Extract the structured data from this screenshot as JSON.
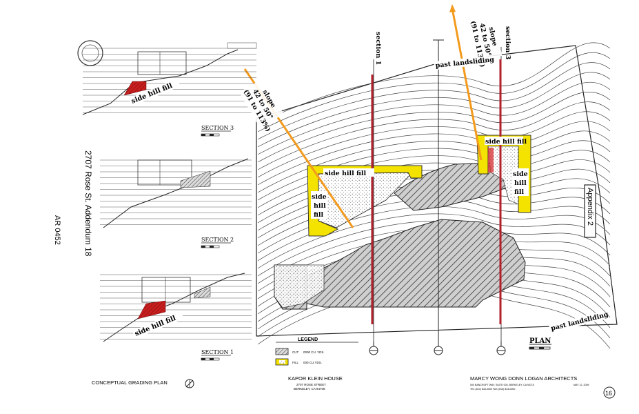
{
  "annotations": {
    "slope_left": [
      "slope",
      "42 to 50°",
      "(91 to 113%)"
    ],
    "slope_right": [
      "slope",
      "42 to 50°",
      "(91 to 113%)"
    ],
    "past_landsliding_top": "past landsliding",
    "past_landsliding_bottom": "past landsliding",
    "section1": "section 1",
    "section3": "section 3",
    "side_hill_fill": "side hill fill",
    "side_hill_fill_stack_left": [
      "side",
      "hill",
      "fill"
    ],
    "side_hill_fill_stack_right": [
      "side",
      "hill",
      "fill"
    ],
    "appendix": "Appendix 2"
  },
  "side_labels": {
    "ar_number": "AR 0452",
    "addendum": "2707 Rose St. Addendum 18"
  },
  "sections": {
    "s3": "SECTION 3",
    "s2": "SECTION 2",
    "s1": "SECTION 1"
  },
  "plan": {
    "label": "PLAN",
    "legend_title": "LEGEND",
    "legend": [
      {
        "code": "CUT",
        "desc": "0000 CU. YDS."
      },
      {
        "code": "FILL",
        "desc": "000 CU.YDS."
      }
    ]
  },
  "title_block": {
    "left_title": "CONCEPTUAL GRADING PLAN",
    "project": "KAPOR KLEIN HOUSE",
    "address1": "2707 ROSE STREET",
    "address2": "BERKELEY, CA 94708",
    "firm": "MARCY WONG DONN LOGAN ARCHITECTS",
    "firm_line2": "000 BANCROFT WAY, SUITE 000, BERKELEY, CA 94710",
    "firm_line3": "TEL (510) 843-0000 FAX (510) 843-0000",
    "date": "MAY 12, 2009",
    "page": "16"
  },
  "colors": {
    "fill_yellow": "#f4e300",
    "slope_orange": "#f39a1c",
    "section_red": "#b0202a",
    "fill_red": "#c81e1e"
  }
}
